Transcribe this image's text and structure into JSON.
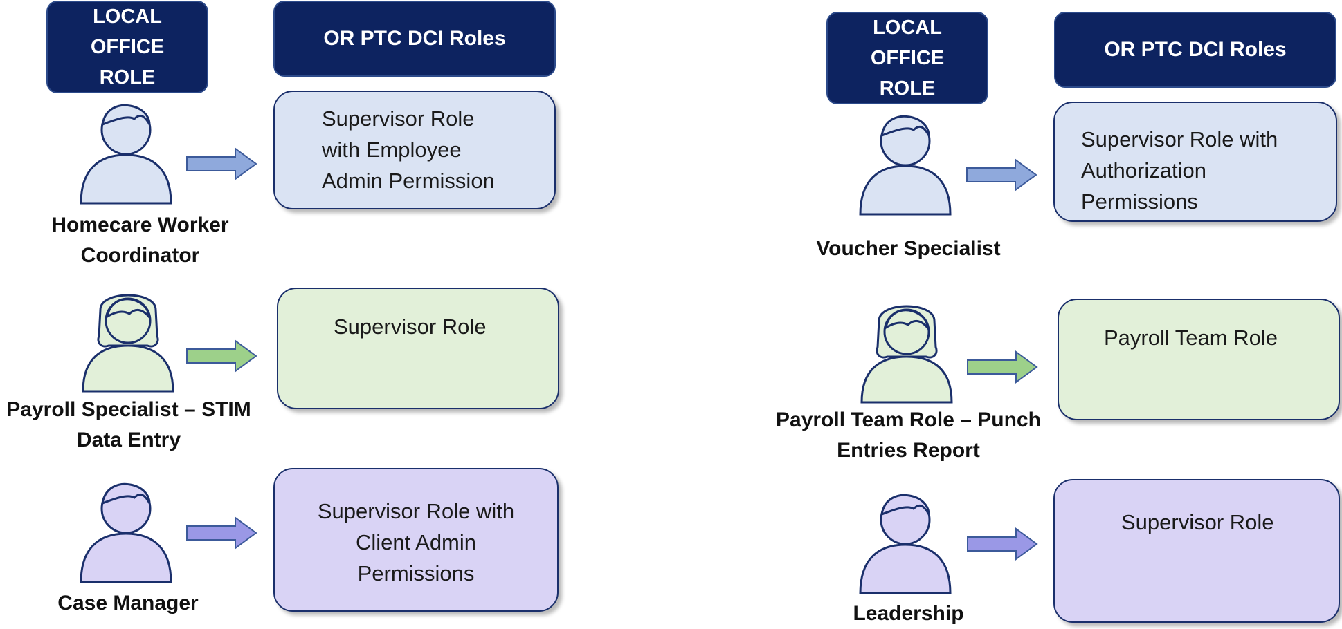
{
  "left": {
    "header_role": "LOCAL\nOFFICE\nROLE",
    "header_dci": "OR PTC DCI Roles",
    "rows": [
      {
        "person": "Homecare Worker\nCoordinator",
        "role": "Supervisor Role\nwith Employee\nAdmin Permission",
        "color": "#dae3f3",
        "icon": "male-person-icon"
      },
      {
        "person": "Payroll Specialist – STIM\nData Entry",
        "role": "Supervisor Role",
        "color": "#e2f0d9",
        "icon": "female-person-icon"
      },
      {
        "person": "Case Manager",
        "role": "Supervisor Role with\nClient Admin\nPermissions",
        "color": "#d9d3f5",
        "icon": "male-person-icon"
      }
    ]
  },
  "right": {
    "header_role": "LOCAL\nOFFICE\nROLE",
    "header_dci": "OR PTC DCI Roles",
    "rows": [
      {
        "person": "Voucher Specialist",
        "role": "Supervisor Role with\nAuthorization\nPermissions",
        "color": "#dae3f3",
        "icon": "male-person-icon"
      },
      {
        "person": "Payroll Team Role – Punch\nEntries Report",
        "role": "Payroll Team Role",
        "color": "#e2f0d9",
        "icon": "female-person-icon"
      },
      {
        "person": "Leadership",
        "role": "Supervisor Role",
        "color": "#d9d3f5",
        "icon": "male-person-icon"
      }
    ]
  }
}
